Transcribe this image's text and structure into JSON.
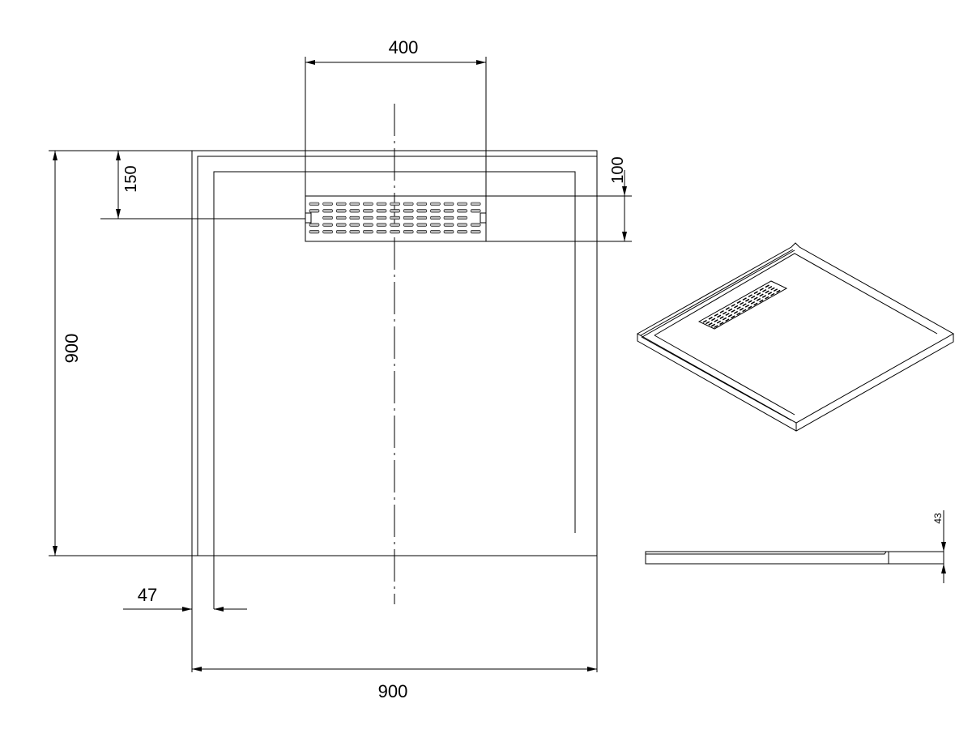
{
  "dimensions": {
    "grate_width": "400",
    "grate_offset": "150",
    "grate_depth": "100",
    "height": "900",
    "width": "900",
    "rim_width": "47",
    "thickness": "43"
  },
  "colors": {
    "line": "#000000",
    "grate_slot": "#bbbbbb",
    "background": "#ffffff"
  }
}
